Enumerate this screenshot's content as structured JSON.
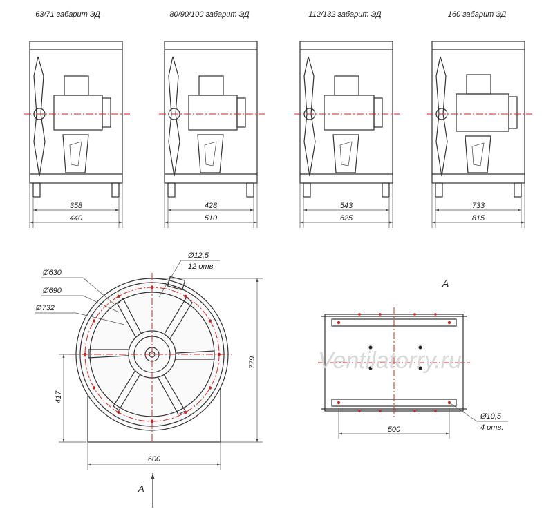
{
  "variants": [
    {
      "title": "63/71 габарит ЭД",
      "dim_inner": "358",
      "dim_outer": "440"
    },
    {
      "title": "80/90/100 габарит ЭД",
      "dim_inner": "428",
      "dim_outer": "510"
    },
    {
      "title": "112/132 габарит ЭД",
      "dim_inner": "543",
      "dim_outer": "625"
    },
    {
      "title": "160 габарит ЭД",
      "dim_inner": "733",
      "dim_outer": "815"
    }
  ],
  "front_view": {
    "d630": "Ø630",
    "d690": "Ø690",
    "d732": "Ø732",
    "hole_dia": "Ø12,5",
    "hole_count": "12 отв.",
    "height_total": "779",
    "height_axis": "417",
    "width": "600",
    "view_arrow_label": "A"
  },
  "view_a": {
    "title": "A",
    "hole_dia": "Ø10,5",
    "hole_count": "4 отв.",
    "length": "500"
  },
  "watermark": "Ventilatorry.ru"
}
